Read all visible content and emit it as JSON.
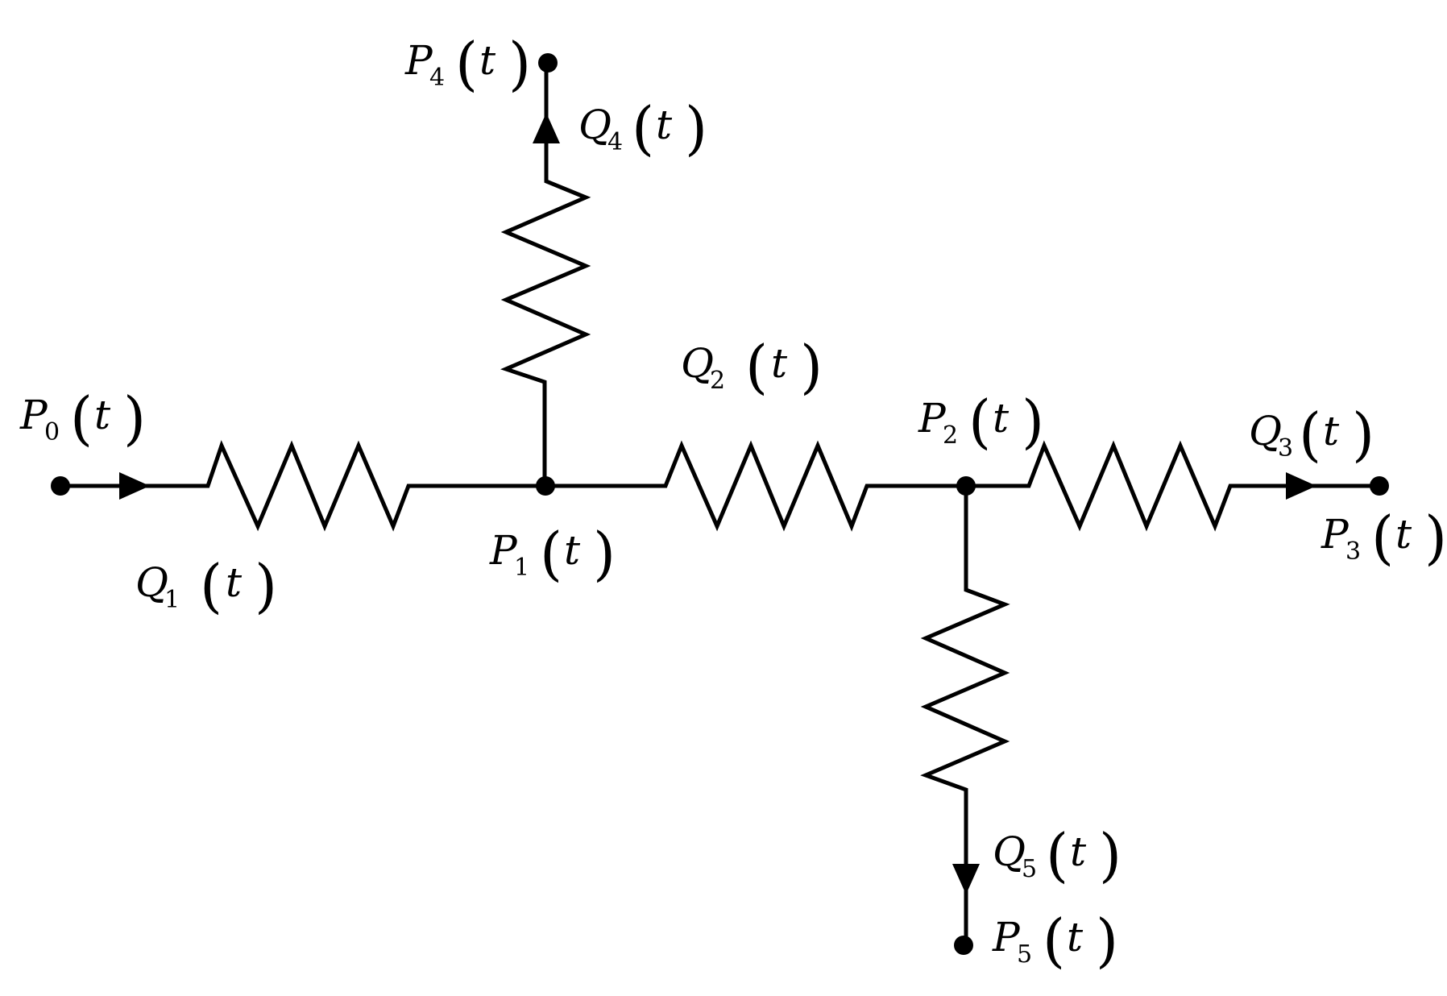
{
  "diagram": {
    "nodes": [
      {
        "id": "p0",
        "symbol": "P",
        "subscript": "0",
        "argument": "t"
      },
      {
        "id": "p1",
        "symbol": "P",
        "subscript": "1",
        "argument": "t"
      },
      {
        "id": "p2",
        "symbol": "P",
        "subscript": "2",
        "argument": "t"
      },
      {
        "id": "p3",
        "symbol": "P",
        "subscript": "3",
        "argument": "t"
      },
      {
        "id": "p4",
        "symbol": "P",
        "subscript": "4",
        "argument": "t"
      },
      {
        "id": "p5",
        "symbol": "P",
        "subscript": "5",
        "argument": "t"
      }
    ],
    "flows": [
      {
        "id": "q1",
        "symbol": "Q",
        "subscript": "1",
        "argument": "t",
        "from": "p0",
        "to": "p1"
      },
      {
        "id": "q2",
        "symbol": "Q",
        "subscript": "2",
        "argument": "t",
        "from": "p1",
        "to": "p2"
      },
      {
        "id": "q3",
        "symbol": "Q",
        "subscript": "3",
        "argument": "t",
        "from": "p2",
        "to": "p3"
      },
      {
        "id": "q4",
        "symbol": "Q",
        "subscript": "4",
        "argument": "t",
        "from": "p1",
        "to": "p4"
      },
      {
        "id": "q5",
        "symbol": "Q",
        "subscript": "5",
        "argument": "t",
        "from": "p2",
        "to": "p5"
      }
    ],
    "resistor_count": 5
  }
}
